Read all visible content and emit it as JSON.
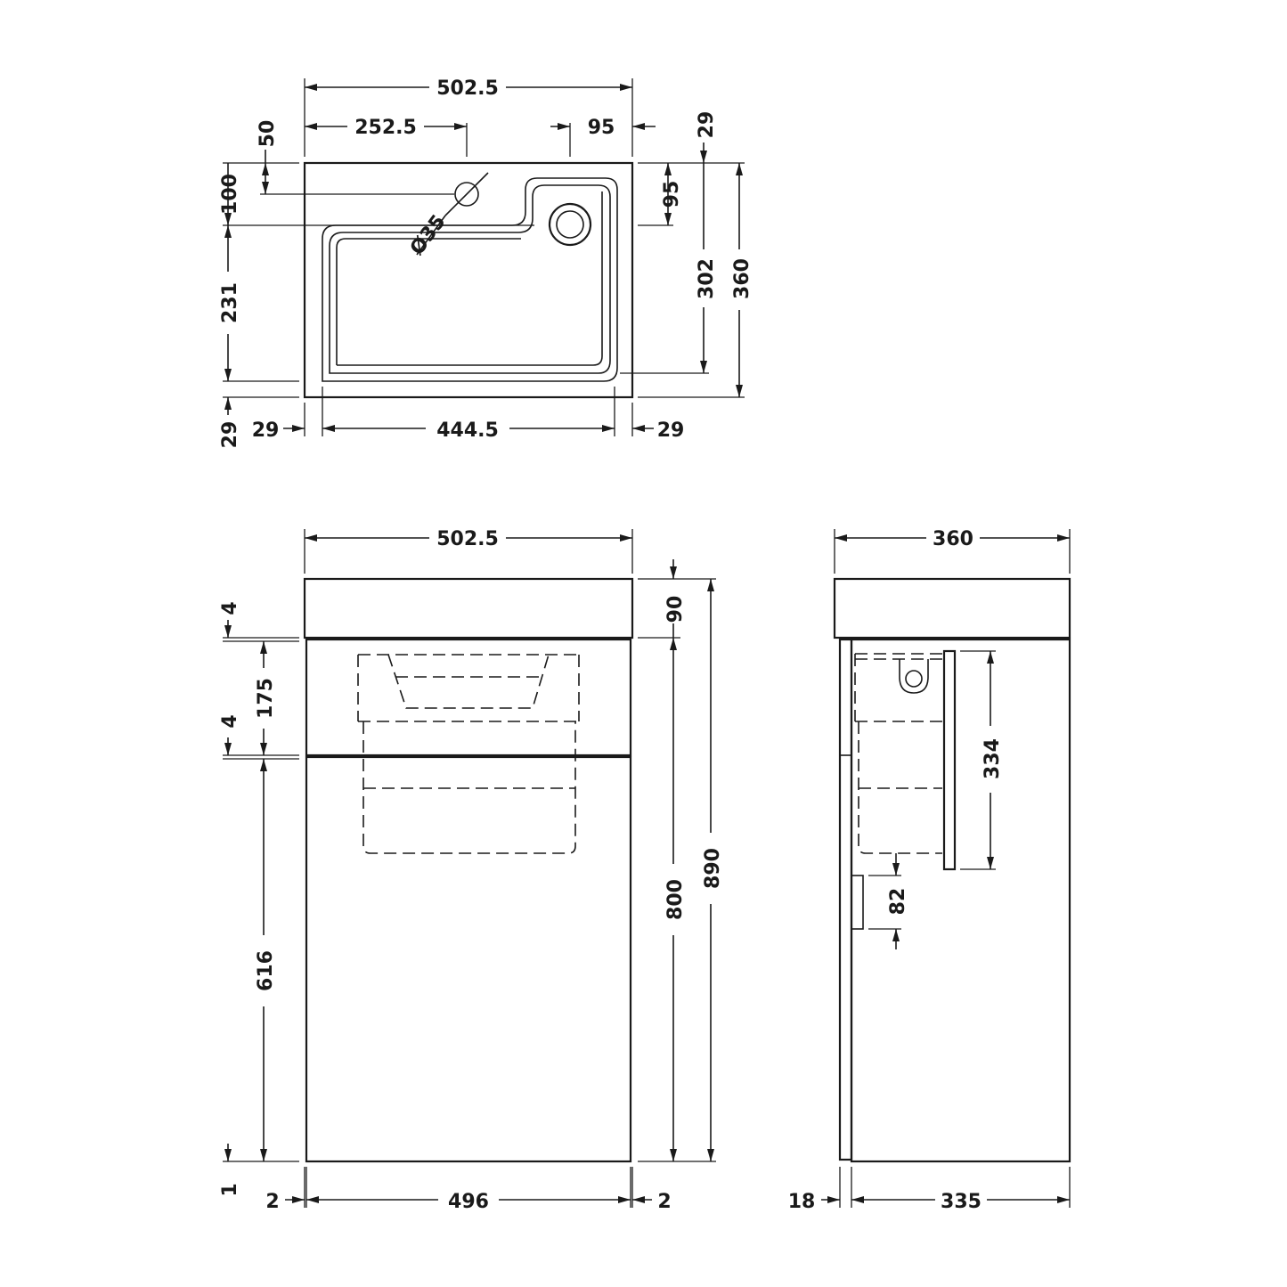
{
  "top_view": {
    "overall_width": "502.5",
    "tap_hole_offset": "252.5",
    "waste_offset_x": "95",
    "right_margin_top": "29",
    "tap_hole_from_back": "50",
    "waste_depth_y": "95",
    "bowl_start": "100",
    "tap_hole_diameter": "Ø35",
    "bowl_depth": "231",
    "inner_depth": "302",
    "overall_depth": "360",
    "front_rim": "29",
    "left_rim": "29",
    "bowl_width": "444.5",
    "right_rim": "29"
  },
  "front_view": {
    "overall_width": "502.5",
    "basin_height": "90",
    "gap_upper": "4",
    "drawer_height": "175",
    "gap_middle": "4",
    "door_height": "616",
    "cabinet_height": "800",
    "overall_height": "890",
    "gap_bottom": "1",
    "side_gap_left": "2",
    "carcass_width": "496",
    "side_gap_right": "2"
  },
  "side_view": {
    "overall_depth": "360",
    "back_panel_height": "334",
    "handle_height": "82",
    "door_thickness": "18",
    "carcass_depth": "335"
  }
}
